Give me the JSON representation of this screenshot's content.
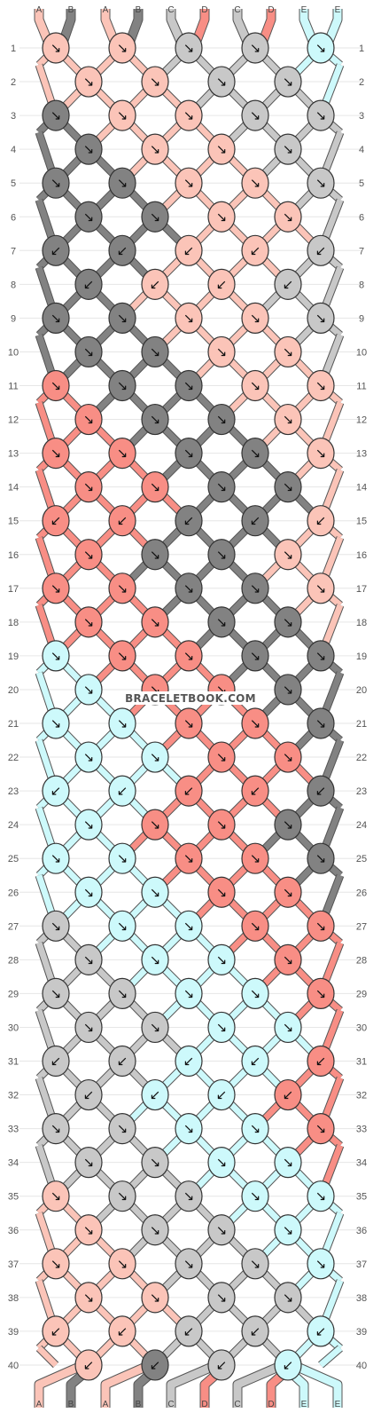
{
  "colors": {
    "A": "#fbc4b8",
    "B": "#828282",
    "C": "#c8c8c8",
    "D": "#f88e85",
    "E": "#cdf9fb"
  },
  "strands_top": [
    "A",
    "B",
    "A",
    "B",
    "C",
    "D",
    "C",
    "D",
    "E",
    "E"
  ],
  "strands_bottom": [
    "A",
    "B",
    "A",
    "B",
    "C",
    "D",
    "C",
    "D",
    "E",
    "E"
  ],
  "watermark": "BRACELETBOOK.COM",
  "rows": [
    {
      "n": "1",
      "knots": [
        [
          "A",
          "↘"
        ],
        [
          "A",
          "↘"
        ],
        [
          "C",
          "↘"
        ],
        [
          "C",
          "↘"
        ],
        [
          "E",
          "↘"
        ]
      ]
    },
    {
      "n": "2",
      "knots": [
        [
          "A",
          "↘"
        ],
        [
          "A",
          "↘"
        ],
        [
          "C",
          "↘"
        ],
        [
          "C",
          "↘"
        ]
      ]
    },
    {
      "n": "3",
      "knots": [
        [
          "B",
          "↘"
        ],
        [
          "A",
          "↘"
        ],
        [
          "A",
          "↘"
        ],
        [
          "C",
          "↘"
        ],
        [
          "C",
          "↘"
        ]
      ]
    },
    {
      "n": "4",
      "knots": [
        [
          "B",
          "↘"
        ],
        [
          "A",
          "↘"
        ],
        [
          "A",
          "↘"
        ],
        [
          "C",
          "↘"
        ]
      ]
    },
    {
      "n": "5",
      "knots": [
        [
          "B",
          "↘"
        ],
        [
          "B",
          "↘"
        ],
        [
          "A",
          "↘"
        ],
        [
          "A",
          "↘"
        ],
        [
          "C",
          "↘"
        ]
      ]
    },
    {
      "n": "6",
      "knots": [
        [
          "B",
          "↘"
        ],
        [
          "B",
          "↘"
        ],
        [
          "A",
          "↘"
        ],
        [
          "A",
          "↘"
        ]
      ]
    },
    {
      "n": "7",
      "knots": [
        [
          "B",
          "↙"
        ],
        [
          "B",
          "↙"
        ],
        [
          "A",
          "↙"
        ],
        [
          "A",
          "↙"
        ],
        [
          "C",
          "↙"
        ]
      ]
    },
    {
      "n": "8",
      "knots": [
        [
          "B",
          "↙"
        ],
        [
          "A",
          "↙"
        ],
        [
          "A",
          "↙"
        ],
        [
          "C",
          "↙"
        ]
      ]
    },
    {
      "n": "9",
      "knots": [
        [
          "B",
          "↘"
        ],
        [
          "B",
          "↘"
        ],
        [
          "A",
          "↘"
        ],
        [
          "A",
          "↘"
        ],
        [
          "C",
          "↘"
        ]
      ]
    },
    {
      "n": "10",
      "knots": [
        [
          "B",
          "↘"
        ],
        [
          "B",
          "↘"
        ],
        [
          "A",
          "↘"
        ],
        [
          "A",
          "↘"
        ]
      ]
    },
    {
      "n": "11",
      "knots": [
        [
          "D",
          "↘"
        ],
        [
          "B",
          "↘"
        ],
        [
          "B",
          "↘"
        ],
        [
          "A",
          "↘"
        ],
        [
          "A",
          "↘"
        ]
      ]
    },
    {
      "n": "12",
      "knots": [
        [
          "D",
          "↘"
        ],
        [
          "B",
          "↘"
        ],
        [
          "B",
          "↘"
        ],
        [
          "A",
          "↘"
        ]
      ]
    },
    {
      "n": "13",
      "knots": [
        [
          "D",
          "↘"
        ],
        [
          "D",
          "↘"
        ],
        [
          "B",
          "↘"
        ],
        [
          "B",
          "↘"
        ],
        [
          "A",
          "↘"
        ]
      ]
    },
    {
      "n": "14",
      "knots": [
        [
          "D",
          "↘"
        ],
        [
          "D",
          "↘"
        ],
        [
          "B",
          "↘"
        ],
        [
          "B",
          "↘"
        ]
      ]
    },
    {
      "n": "15",
      "knots": [
        [
          "D",
          "↙"
        ],
        [
          "D",
          "↙"
        ],
        [
          "B",
          "↙"
        ],
        [
          "B",
          "↙"
        ],
        [
          "A",
          "↙"
        ]
      ]
    },
    {
      "n": "16",
      "knots": [
        [
          "D",
          "↘"
        ],
        [
          "B",
          "↘"
        ],
        [
          "B",
          "↘"
        ],
        [
          "A",
          "↘"
        ]
      ]
    },
    {
      "n": "17",
      "knots": [
        [
          "D",
          "↘"
        ],
        [
          "D",
          "↘"
        ],
        [
          "B",
          "↘"
        ],
        [
          "B",
          "↘"
        ],
        [
          "A",
          "↘"
        ]
      ]
    },
    {
      "n": "18",
      "knots": [
        [
          "D",
          "↘"
        ],
        [
          "D",
          "↘"
        ],
        [
          "B",
          "↘"
        ],
        [
          "B",
          "↘"
        ]
      ]
    },
    {
      "n": "19",
      "knots": [
        [
          "E",
          "↘"
        ],
        [
          "D",
          "↘"
        ],
        [
          "D",
          "↘"
        ],
        [
          "B",
          "↘"
        ],
        [
          "B",
          "↘"
        ]
      ]
    },
    {
      "n": "20",
      "knots": [
        [
          "E",
          "↘"
        ],
        [
          "D",
          "↘"
        ],
        [
          "D",
          "↘"
        ],
        [
          "B",
          "↘"
        ]
      ]
    },
    {
      "n": "21",
      "knots": [
        [
          "E",
          "↘"
        ],
        [
          "E",
          "↘"
        ],
        [
          "D",
          "↘"
        ],
        [
          "D",
          "↘"
        ],
        [
          "B",
          "↘"
        ]
      ]
    },
    {
      "n": "22",
      "knots": [
        [
          "E",
          "↘"
        ],
        [
          "E",
          "↘"
        ],
        [
          "D",
          "↘"
        ],
        [
          "D",
          "↘"
        ]
      ]
    },
    {
      "n": "23",
      "knots": [
        [
          "E",
          "↙"
        ],
        [
          "E",
          "↙"
        ],
        [
          "D",
          "↙"
        ],
        [
          "D",
          "↙"
        ],
        [
          "B",
          "↙"
        ]
      ]
    },
    {
      "n": "24",
      "knots": [
        [
          "E",
          "↘"
        ],
        [
          "D",
          "↘"
        ],
        [
          "D",
          "↘"
        ],
        [
          "B",
          "↘"
        ]
      ]
    },
    {
      "n": "25",
      "knots": [
        [
          "E",
          "↘"
        ],
        [
          "E",
          "↘"
        ],
        [
          "D",
          "↘"
        ],
        [
          "D",
          "↘"
        ],
        [
          "B",
          "↘"
        ]
      ]
    },
    {
      "n": "26",
      "knots": [
        [
          "E",
          "↘"
        ],
        [
          "E",
          "↘"
        ],
        [
          "D",
          "↘"
        ],
        [
          "D",
          "↘"
        ]
      ]
    },
    {
      "n": "27",
      "knots": [
        [
          "C",
          "↘"
        ],
        [
          "E",
          "↘"
        ],
        [
          "E",
          "↘"
        ],
        [
          "D",
          "↘"
        ],
        [
          "D",
          "↘"
        ]
      ]
    },
    {
      "n": "28",
      "knots": [
        [
          "C",
          "↘"
        ],
        [
          "E",
          "↘"
        ],
        [
          "E",
          "↘"
        ],
        [
          "D",
          "↘"
        ]
      ]
    },
    {
      "n": "29",
      "knots": [
        [
          "C",
          "↘"
        ],
        [
          "C",
          "↘"
        ],
        [
          "E",
          "↘"
        ],
        [
          "E",
          "↘"
        ],
        [
          "D",
          "↘"
        ]
      ]
    },
    {
      "n": "30",
      "knots": [
        [
          "C",
          "↘"
        ],
        [
          "C",
          "↘"
        ],
        [
          "E",
          "↘"
        ],
        [
          "E",
          "↘"
        ]
      ]
    },
    {
      "n": "31",
      "knots": [
        [
          "C",
          "↙"
        ],
        [
          "C",
          "↙"
        ],
        [
          "E",
          "↙"
        ],
        [
          "E",
          "↙"
        ],
        [
          "D",
          "↙"
        ]
      ]
    },
    {
      "n": "32",
      "knots": [
        [
          "C",
          "↙"
        ],
        [
          "E",
          "↙"
        ],
        [
          "E",
          "↙"
        ],
        [
          "D",
          "↙"
        ]
      ]
    },
    {
      "n": "33",
      "knots": [
        [
          "C",
          "↘"
        ],
        [
          "C",
          "↘"
        ],
        [
          "E",
          "↘"
        ],
        [
          "E",
          "↘"
        ],
        [
          "D",
          "↘"
        ]
      ]
    },
    {
      "n": "34",
      "knots": [
        [
          "C",
          "↘"
        ],
        [
          "C",
          "↘"
        ],
        [
          "E",
          "↘"
        ],
        [
          "E",
          "↘"
        ]
      ]
    },
    {
      "n": "35",
      "knots": [
        [
          "A",
          "↘"
        ],
        [
          "C",
          "↘"
        ],
        [
          "C",
          "↘"
        ],
        [
          "E",
          "↘"
        ],
        [
          "E",
          "↘"
        ]
      ]
    },
    {
      "n": "36",
      "knots": [
        [
          "A",
          "↘"
        ],
        [
          "C",
          "↘"
        ],
        [
          "C",
          "↘"
        ],
        [
          "E",
          "↘"
        ]
      ]
    },
    {
      "n": "37",
      "knots": [
        [
          "A",
          "↘"
        ],
        [
          "A",
          "↘"
        ],
        [
          "C",
          "↘"
        ],
        [
          "C",
          "↘"
        ],
        [
          "E",
          "↘"
        ]
      ]
    },
    {
      "n": "38",
      "knots": [
        [
          "A",
          "↘"
        ],
        [
          "A",
          "↘"
        ],
        [
          "C",
          "↘"
        ],
        [
          "C",
          "↘"
        ]
      ]
    },
    {
      "n": "39",
      "knots": [
        [
          "A",
          "↙"
        ],
        [
          "A",
          "↙"
        ],
        [
          "C",
          "↙"
        ],
        [
          "C",
          "↙"
        ],
        [
          "E",
          "↙"
        ]
      ]
    },
    {
      "n": "40",
      "knots": [
        [
          "A",
          "↙"
        ],
        [
          "B",
          "↙"
        ],
        [
          "C",
          "↙"
        ],
        [
          "E",
          "↙"
        ]
      ]
    }
  ]
}
